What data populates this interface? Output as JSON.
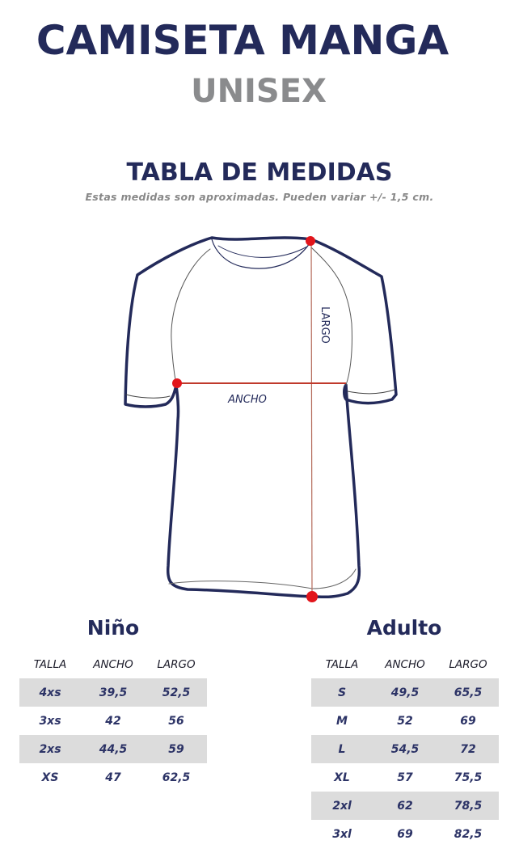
{
  "header": {
    "title": "CAMISETA MANGA",
    "subtitle": "UNISEX"
  },
  "size_chart": {
    "title": "TABLA DE MEDIDAS",
    "note": "Estas medidas son aproximadas. Pueden variar +/- 1,5 cm."
  },
  "diagram": {
    "width_label": "ANCHO",
    "length_label": "LARGO",
    "outline_color": "#232a5a",
    "marker_color": "#e2151b",
    "line_color": "#c0392b"
  },
  "kids": {
    "title": "Niño",
    "columns": [
      "TALLA",
      "ANCHO",
      "LARGO"
    ],
    "rows": [
      [
        "4xs",
        "39,5",
        "52,5"
      ],
      [
        "3xs",
        "42",
        "56"
      ],
      [
        "2xs",
        "44,5",
        "59"
      ],
      [
        "XS",
        "47",
        "62,5"
      ]
    ]
  },
  "adult": {
    "title": "Adulto",
    "columns": [
      "TALLA",
      "ANCHO",
      "LARGO"
    ],
    "rows": [
      [
        "S",
        "49,5",
        "65,5"
      ],
      [
        "M",
        "52",
        "69"
      ],
      [
        "L",
        "54,5",
        "72"
      ],
      [
        "XL",
        "57",
        "75,5"
      ],
      [
        "2xl",
        "62",
        "78,5"
      ],
      [
        "3xl",
        "69",
        "82,5"
      ]
    ]
  }
}
